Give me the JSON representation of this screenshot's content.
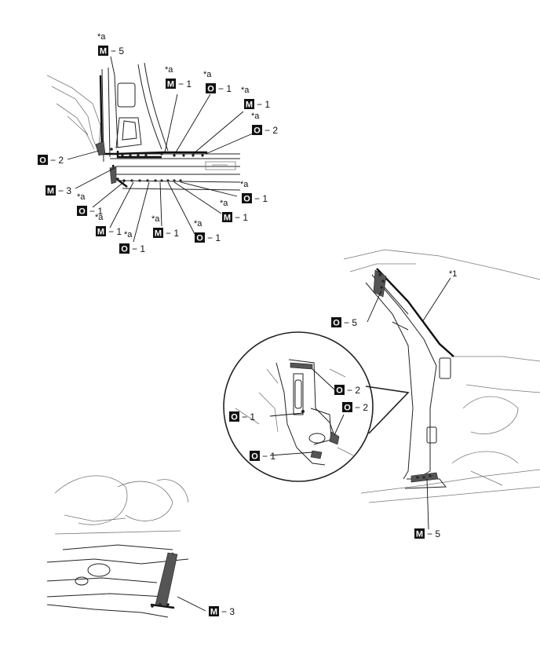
{
  "legend_codes": {
    "M": "M",
    "O": "O"
  },
  "asterisk_a": "*a",
  "asterisk_1": "*1",
  "labels": [
    {
      "id": "m5-top",
      "code": "M",
      "num": "5",
      "ast": true
    },
    {
      "id": "m1-a",
      "code": "M",
      "num": "1",
      "ast": true
    },
    {
      "id": "o1-a",
      "code": "O",
      "num": "1",
      "ast": true
    },
    {
      "id": "m1-b",
      "code": "M",
      "num": "1",
      "ast": true
    },
    {
      "id": "o2-a",
      "code": "O",
      "num": "2",
      "ast": true
    },
    {
      "id": "o2-left",
      "code": "O",
      "num": "2",
      "ast": false
    },
    {
      "id": "m3-top",
      "code": "M",
      "num": "3",
      "ast": false
    },
    {
      "id": "o1-b",
      "code": "O",
      "num": "1",
      "ast": true
    },
    {
      "id": "m1-c",
      "code": "M",
      "num": "1",
      "ast": true
    },
    {
      "id": "o1-c",
      "code": "O",
      "num": "1",
      "ast": true
    },
    {
      "id": "m1-d",
      "code": "M",
      "num": "1",
      "ast": true
    },
    {
      "id": "o1-d",
      "code": "O",
      "num": "1",
      "ast": true
    },
    {
      "id": "m1-e",
      "code": "M",
      "num": "1",
      "ast": true
    },
    {
      "id": "o1-e",
      "code": "O",
      "num": "1",
      "ast": true
    },
    {
      "id": "o5",
      "code": "O",
      "num": "5",
      "ast": false
    },
    {
      "id": "o2-zoom-a",
      "code": "O",
      "num": "2",
      "ast": false
    },
    {
      "id": "o1-zoom-a",
      "code": "O",
      "num": "1",
      "ast": false
    },
    {
      "id": "o2-zoom-b",
      "code": "O",
      "num": "2",
      "ast": false
    },
    {
      "id": "o1-zoom-b",
      "code": "O",
      "num": "1",
      "ast": false
    },
    {
      "id": "m5-right",
      "code": "M",
      "num": "5",
      "ast": false
    },
    {
      "id": "m3-bottom",
      "code": "M",
      "num": "3",
      "ast": false
    }
  ]
}
